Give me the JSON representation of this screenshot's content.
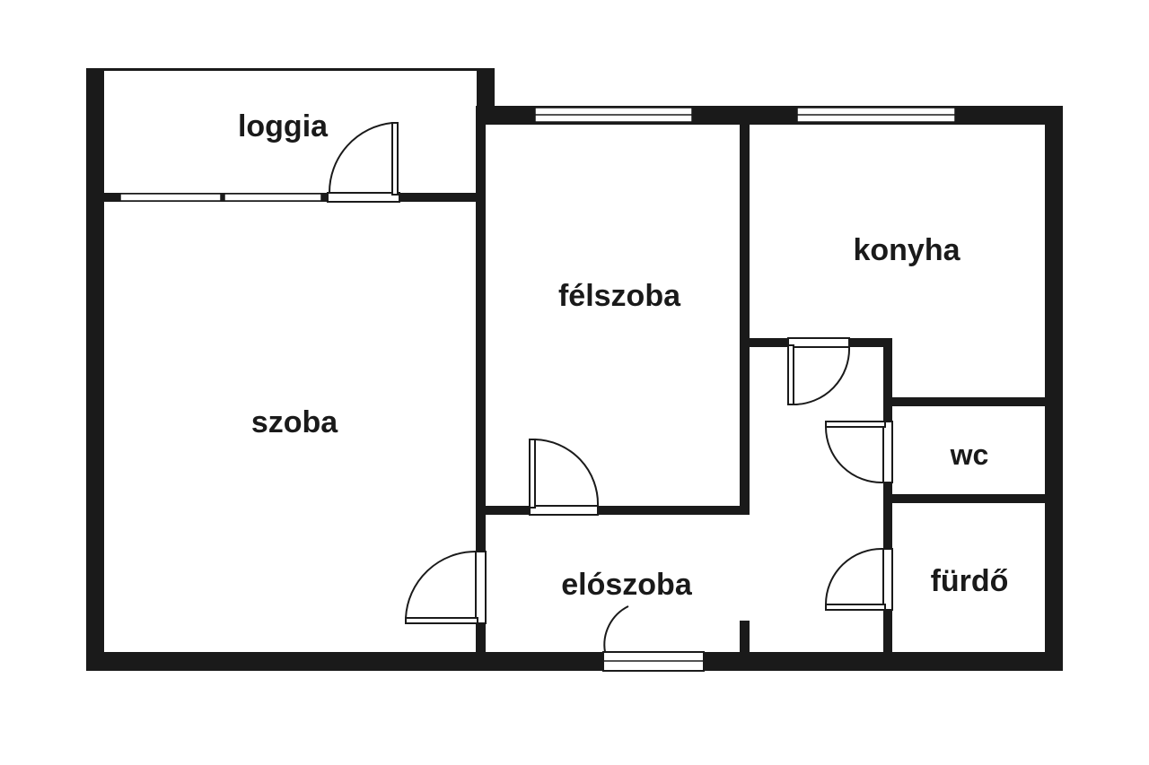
{
  "rooms": {
    "loggia": "loggia",
    "felszoba": "félszoba",
    "konyha": "konyha",
    "szoba": "szoba",
    "wc": "wc",
    "eloszoba": "elószoba",
    "furdo": "fürdő"
  },
  "colors": {
    "wall": "#1a1a1a",
    "background": "#ffffff"
  }
}
